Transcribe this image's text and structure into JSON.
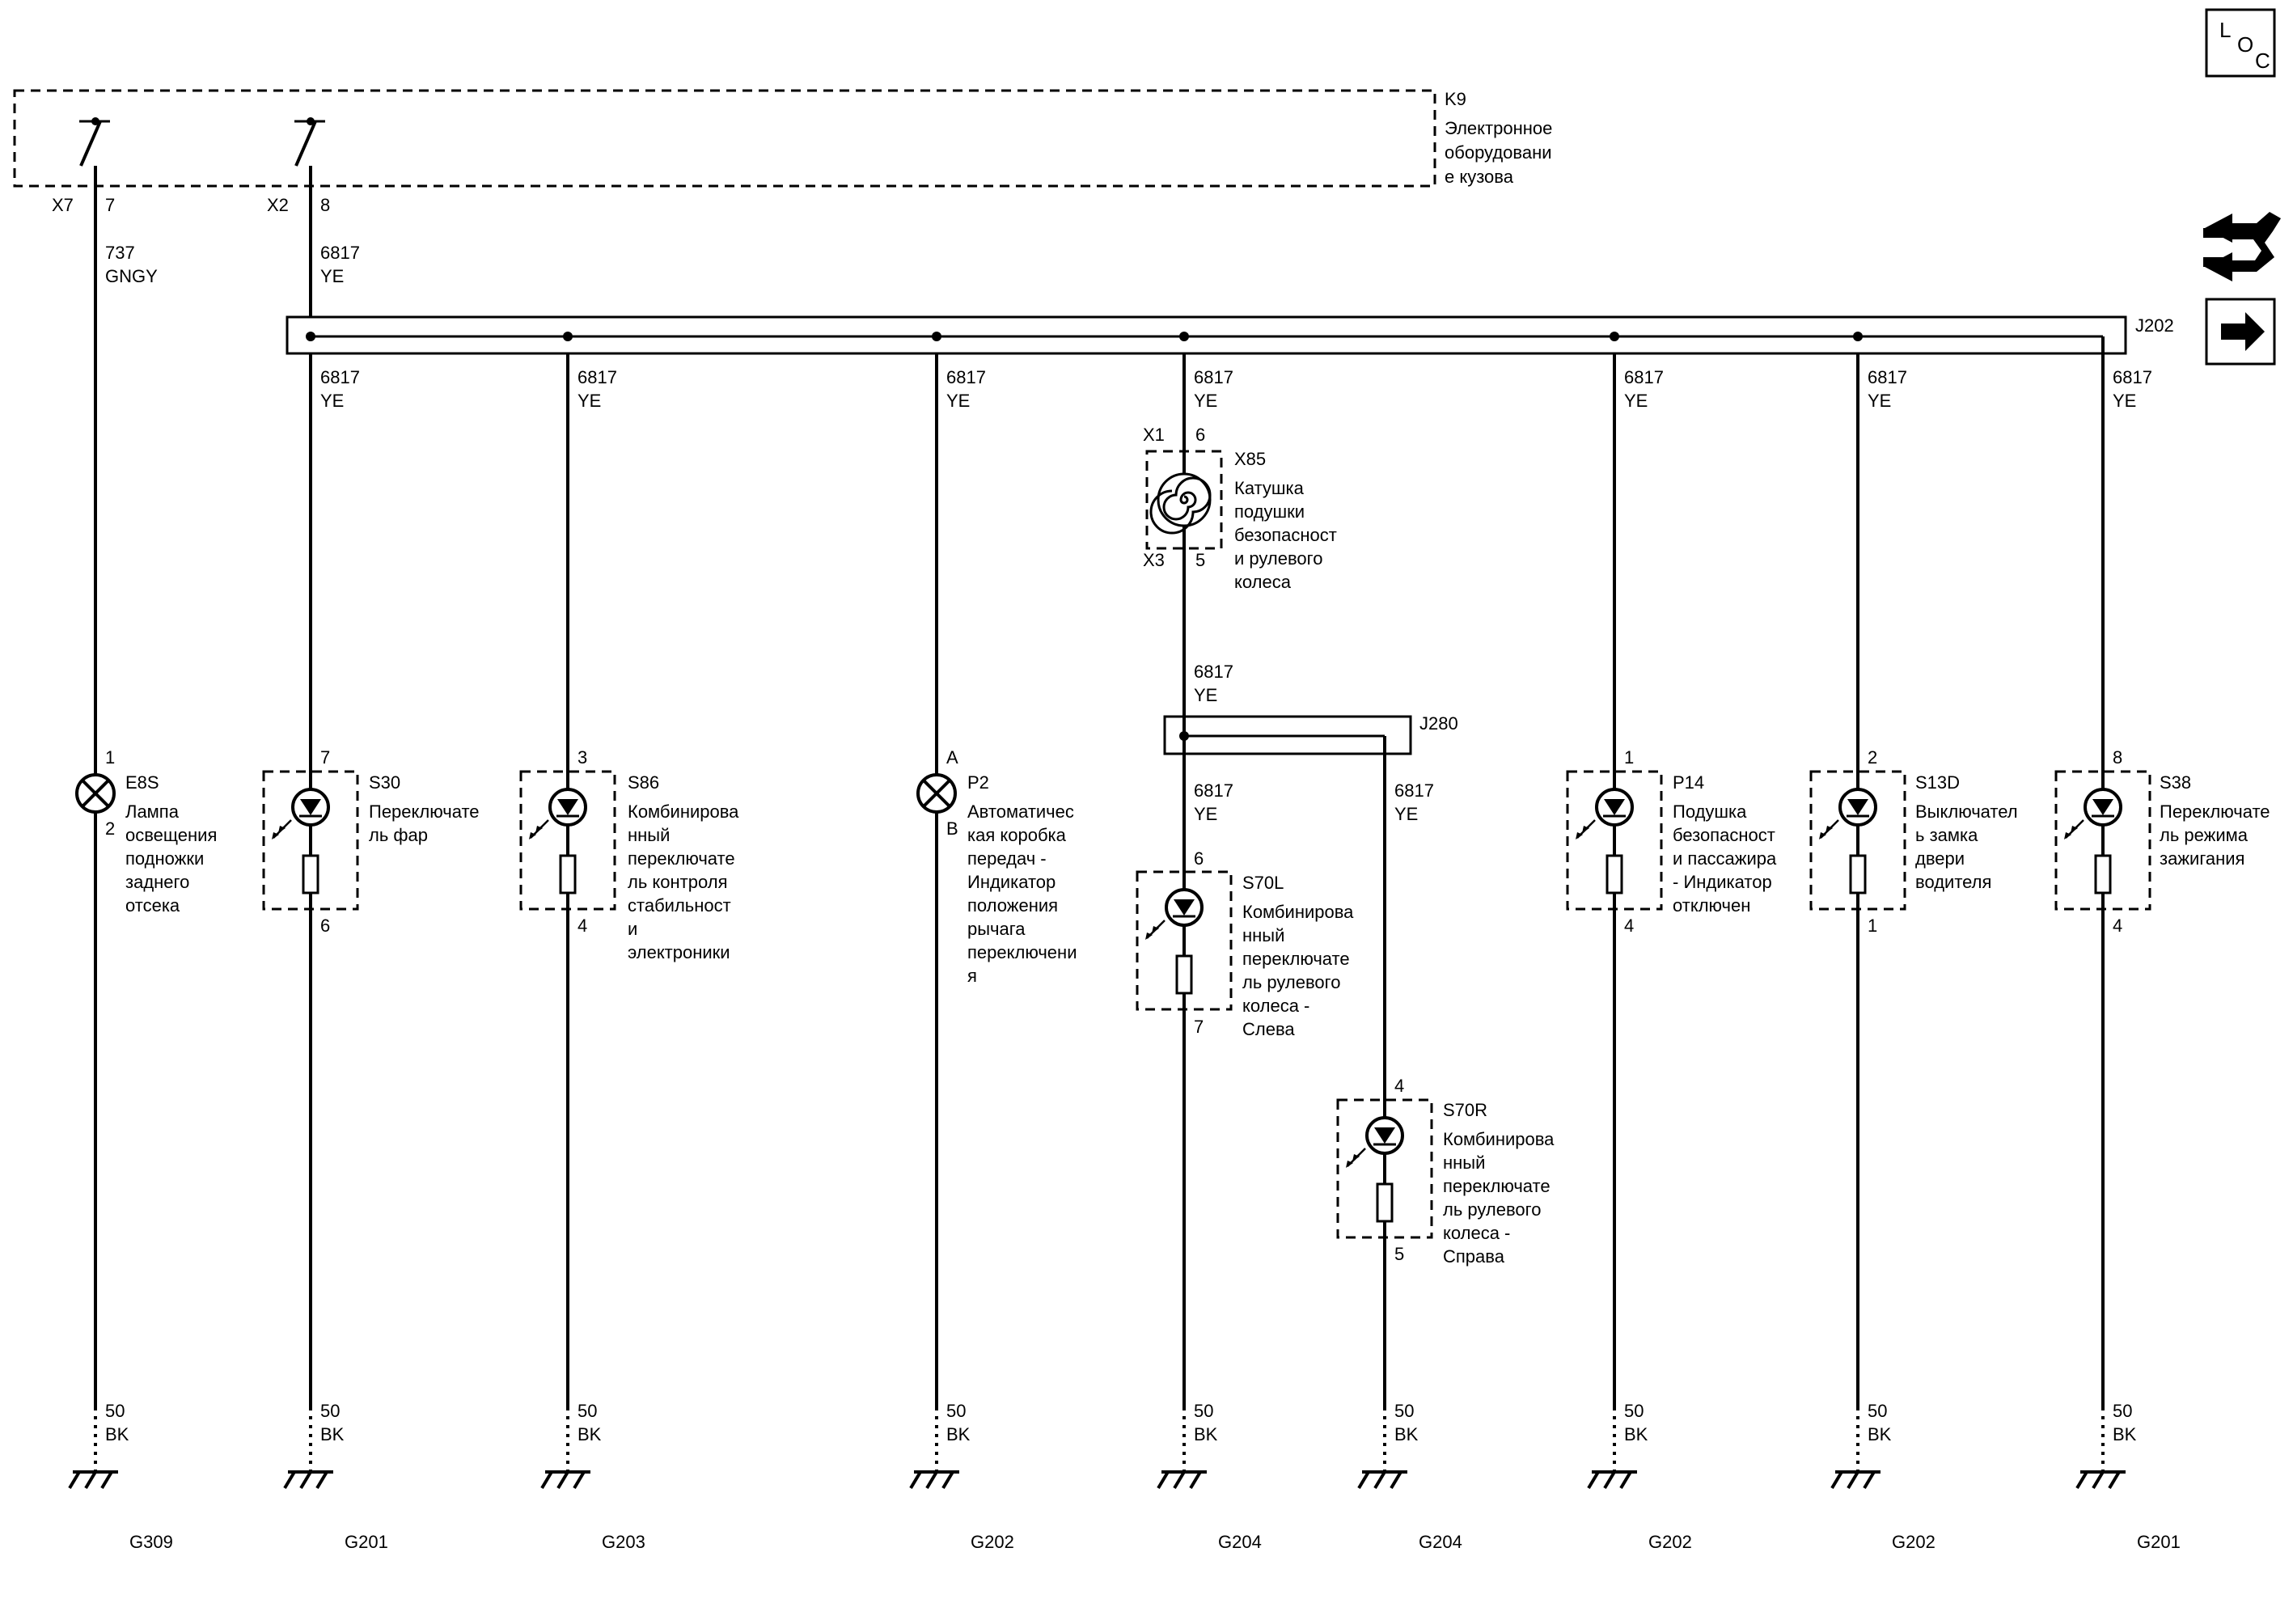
{
  "module": {
    "ref": "K9",
    "name_lines": [
      "Электронное",
      "оборудовани",
      "е кузова"
    ]
  },
  "module_pins": [
    {
      "id": "m1",
      "connector": "X7",
      "pin": "7"
    },
    {
      "id": "m2",
      "connector": "X2",
      "pin": "8"
    }
  ],
  "splices": {
    "j202": "J202",
    "j280": "J280"
  },
  "wires_top": [
    {
      "id": "t1",
      "circuit": "737",
      "color": "GNGY"
    },
    {
      "id": "t2",
      "circuit": "6817",
      "color": "YE"
    }
  ],
  "branch_labels": [
    {
      "id": "b1",
      "circuit": "6817",
      "color": "YE"
    },
    {
      "id": "b2",
      "circuit": "6817",
      "color": "YE"
    },
    {
      "id": "b3",
      "circuit": "6817",
      "color": "YE"
    },
    {
      "id": "b4",
      "circuit": "6817",
      "color": "YE"
    },
    {
      "id": "b5",
      "circuit": "6817",
      "color": "YE"
    },
    {
      "id": "b6",
      "circuit": "6817",
      "color": "YE"
    },
    {
      "id": "b7",
      "circuit": "6817",
      "color": "YE"
    },
    {
      "id": "b8",
      "circuit": "6817",
      "color": "YE"
    },
    {
      "id": "b9",
      "circuit": "6817",
      "color": "YE"
    },
    {
      "id": "b10",
      "circuit": "6817",
      "color": "YE"
    }
  ],
  "coil": {
    "ref": "X85",
    "name_lines": [
      "Катушка",
      "подушки",
      "безопасност",
      "и рулевого",
      "колеса"
    ],
    "conn_top": "X1",
    "pin_top": "6",
    "conn_bot": "X3",
    "pin_bot": "5"
  },
  "components": [
    {
      "id": "e8s",
      "ref": "E8S",
      "type": "lamp",
      "pin_in": "1",
      "pin_out": "2",
      "name_lines": [
        "Лампа",
        "освещения",
        "подножки",
        "заднего",
        "отсека"
      ]
    },
    {
      "id": "s30",
      "ref": "S30",
      "type": "led",
      "pin_in": "7",
      "pin_out": "6",
      "name_lines": [
        "Переключате",
        "ль фар"
      ]
    },
    {
      "id": "s86",
      "ref": "S86",
      "type": "led",
      "pin_in": "3",
      "pin_out": "4",
      "name_lines": [
        "Комбинирова",
        "нный",
        "переключате",
        "ль контроля",
        "стабильност",
        "и",
        "электроники"
      ]
    },
    {
      "id": "p2",
      "ref": "P2",
      "type": "lamp",
      "pin_in": "A",
      "pin_out": "B",
      "name_lines": [
        "Автоматичес",
        "кая коробка",
        "передач -",
        "Индикатор",
        "положения",
        "рычага",
        "переключени",
        "я"
      ]
    },
    {
      "id": "s70l",
      "ref": "S70L",
      "type": "led",
      "pin_in": "6",
      "pin_out": "7",
      "name_lines": [
        "Комбинирова",
        "нный",
        "переключате",
        "ль рулевого",
        "колеса -",
        "Слева"
      ]
    },
    {
      "id": "s70r",
      "ref": "S70R",
      "type": "led",
      "pin_in": "4",
      "pin_out": "5",
      "name_lines": [
        "Комбинирова",
        "нный",
        "переключате",
        "ль рулевого",
        "колеса -",
        "Справа"
      ]
    },
    {
      "id": "p14",
      "ref": "P14",
      "type": "led",
      "pin_in": "1",
      "pin_out": "4",
      "name_lines": [
        "Подушка",
        "безопасност",
        "и пассажира",
        "- Индикатор",
        "отключен"
      ]
    },
    {
      "id": "s13d",
      "ref": "S13D",
      "type": "led",
      "pin_in": "2",
      "pin_out": "1",
      "name_lines": [
        "Выключател",
        "ь замка",
        "двери",
        "водителя"
      ]
    },
    {
      "id": "s38",
      "ref": "S38",
      "type": "led",
      "pin_in": "8",
      "pin_out": "4",
      "name_lines": [
        "Переключате",
        "ль режима",
        "зажигания"
      ]
    }
  ],
  "grounds": [
    {
      "id": "g1",
      "circuit": "50",
      "color": "BK",
      "ref": "G309"
    },
    {
      "id": "g2",
      "circuit": "50",
      "color": "BK",
      "ref": "G201"
    },
    {
      "id": "g3",
      "circuit": "50",
      "color": "BK",
      "ref": "G203"
    },
    {
      "id": "g4",
      "circuit": "50",
      "color": "BK",
      "ref": "G202"
    },
    {
      "id": "g5",
      "circuit": "50",
      "color": "BK",
      "ref": "G204"
    },
    {
      "id": "g6",
      "circuit": "50",
      "color": "BK",
      "ref": "G204"
    },
    {
      "id": "g7",
      "circuit": "50",
      "color": "BK",
      "ref": "G202"
    },
    {
      "id": "g8",
      "circuit": "50",
      "color": "BK",
      "ref": "G202"
    },
    {
      "id": "g9",
      "circuit": "50",
      "color": "BK",
      "ref": "G201"
    }
  ],
  "corner_badge": {
    "l": "L",
    "o": "O",
    "c": "C"
  },
  "icons": [
    "loc-badge-icon",
    "connector-plug-icon",
    "arrow-right-icon"
  ]
}
